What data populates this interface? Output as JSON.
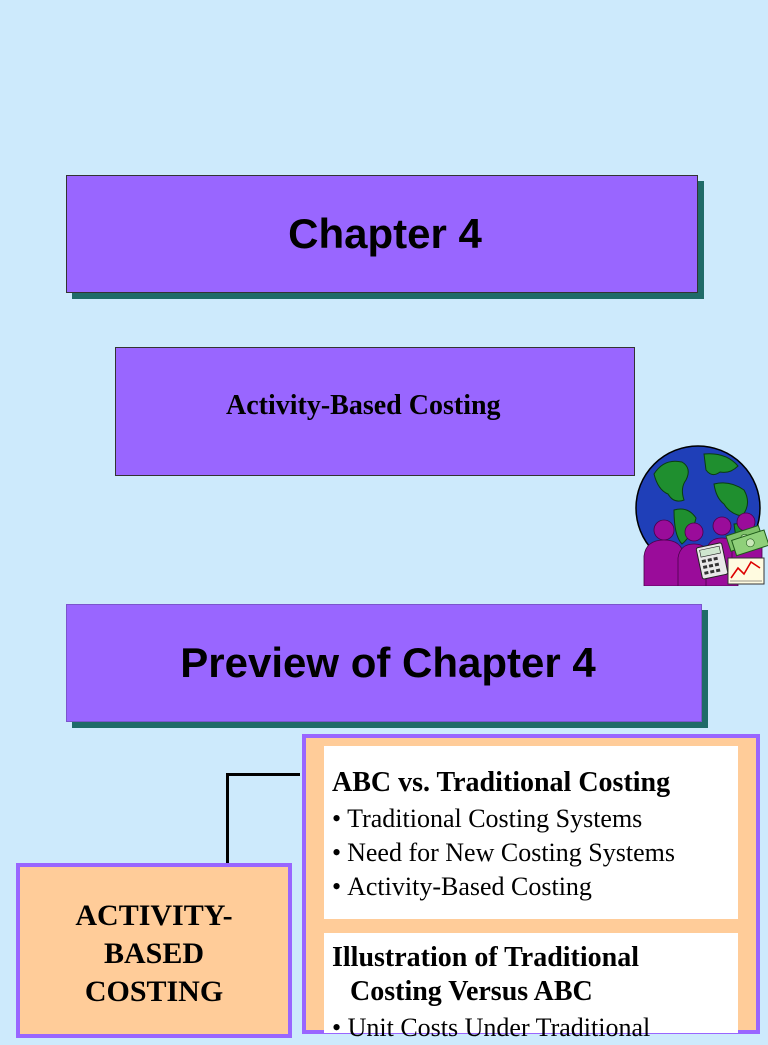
{
  "slide1": {
    "title": "Chapter 4",
    "subtitle": "Activity-Based Costing"
  },
  "slide2": {
    "title": "Preview of Chapter 4",
    "main_topic": {
      "line1": "ACTIVITY-",
      "line2": "BASED",
      "line3": "COSTING"
    },
    "sections": [
      {
        "heading": "ABC vs. Traditional Costing",
        "items": [
          "Traditional Costing Systems",
          "Need for New Costing Systems",
          "Activity-Based Costing"
        ]
      },
      {
        "heading_line1": "Illustration of Traditional",
        "heading_line2": "Costing Versus ABC",
        "partial_item": "Unit Costs Under Traditional"
      }
    ]
  },
  "icons": {
    "clipart": "globe-business-people-icon"
  },
  "colors": {
    "background": "#cdeafc",
    "box_purple": "#9966ff",
    "shadow_teal": "#1f6b68",
    "peach": "#ffcc99"
  }
}
